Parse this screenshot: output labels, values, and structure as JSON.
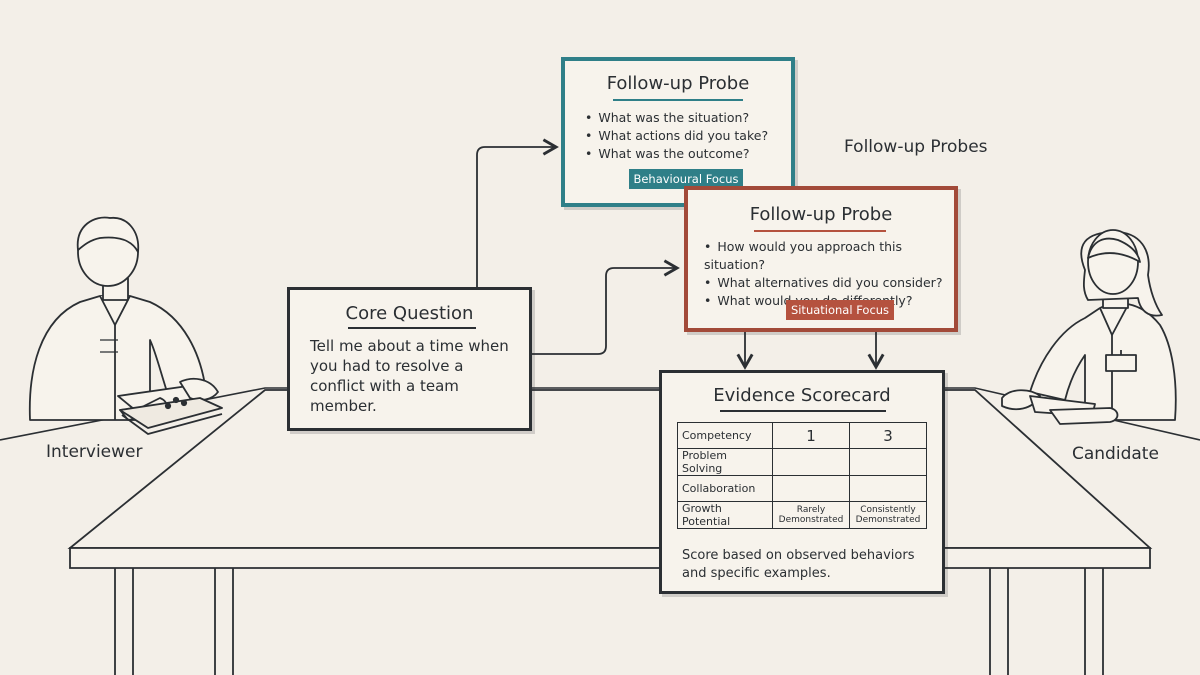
{
  "probe_behavioural": {
    "title": "Follow-up Probe",
    "bullets": [
      "What was the situation?",
      "What actions did you take?",
      "What was the outcome?"
    ],
    "tag": "Behavioural Focus",
    "color": "#2f7f88"
  },
  "probe_situational": {
    "title": "Follow-up Probe",
    "bullets": [
      "How would you approach this situation?",
      "What alternatives did you consider?",
      "What would you do differently?"
    ],
    "tag": "Situational Focus",
    "color": "#b5523f"
  },
  "probes_label": "Follow-up Probes",
  "core": {
    "title": "Core Question",
    "text": "Tell me about a time when you had to resolve a conflict with a team member."
  },
  "scorecard": {
    "title": "Evidence Scorecard",
    "header": [
      "Competency",
      "1",
      "3"
    ],
    "rows": [
      "Problem Solving",
      "Collaboration",
      "Growth Potential"
    ],
    "scale_low": "Rarely Demonstrated",
    "scale_high": "Consistently Demonstrated",
    "note": "Score based on observed behaviors and specific examples."
  },
  "people": {
    "interviewer": "Interviewer",
    "candidate": "Candidate"
  }
}
